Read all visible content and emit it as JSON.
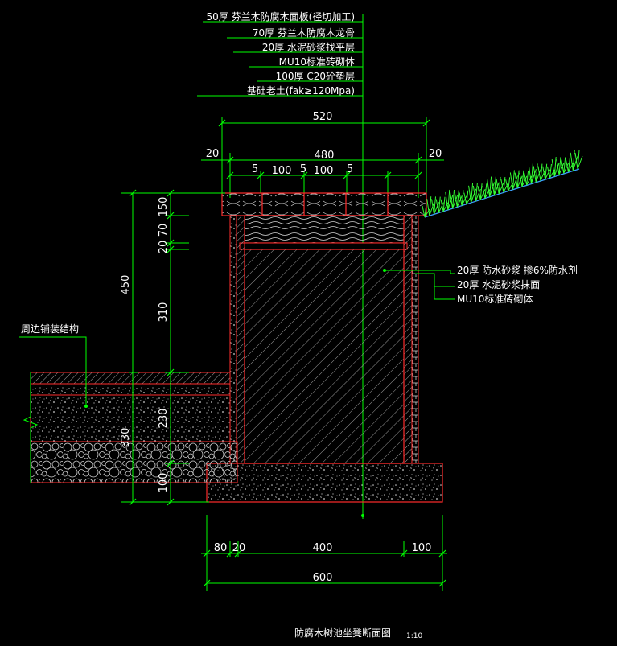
{
  "colors": {
    "background": "#000000",
    "dimension": "#00ff00",
    "outline": "#ff2b2b",
    "fill": "#ffffff",
    "text": "#ffffff",
    "leader": "#00ff00",
    "grass": "#33ff33",
    "slope": "#3aa0ff"
  },
  "layer_labels": [
    "50厚 芬兰木防腐木面板(径切加工)",
    "70厚 芬兰木防腐木龙骨",
    "20厚 水泥砂浆找平层",
    "MU10标准砖砌体",
    "100厚 C20砼垫层",
    "基础老土(fak≥120Mpa)"
  ],
  "wall_labels": [
    "20厚 防水砂浆 掺6%防水剂",
    "20厚 水泥砂浆抹面",
    "MU10标准砖砌体"
  ],
  "paving_label": "周边铺装结构",
  "top_dims": {
    "total": "520",
    "left_gap": "20",
    "inner": "480",
    "right_gap": "20",
    "seg": [
      "5",
      "100",
      "5",
      "100",
      "5"
    ]
  },
  "left_dims": {
    "overall": "450",
    "cap": "150",
    "d20": "20",
    "d70": "70",
    "d310": "310",
    "d230": "230",
    "d330": "330",
    "d100": "100"
  },
  "bottom_dims": {
    "d80": "80",
    "d20": "20",
    "d400": "400",
    "d100": "100",
    "total": "600"
  },
  "title": "防腐木树池坐凳断面图",
  "scale": "1:10"
}
